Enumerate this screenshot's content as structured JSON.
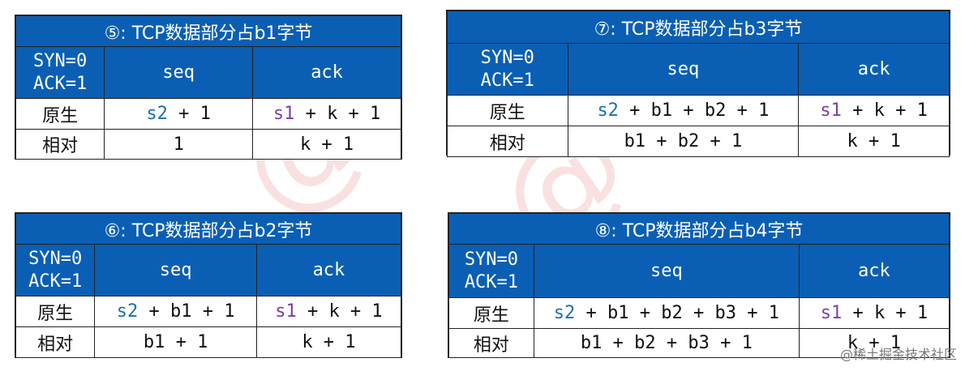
{
  "watermark": "@",
  "footer": "@稀土掘金技术社区",
  "panels": [
    {
      "title": "⑤: TCP数据部分占b1字节",
      "flags_l1": "SYN=0",
      "flags_l2": "ACK=1",
      "col_seq": "seq",
      "col_ack": "ack",
      "row1_label": "原生",
      "row1_seq_head": "s2",
      "row1_seq_tail": " + 1",
      "row1_ack_head": "s1",
      "row1_ack_tail": " + k + 1",
      "row2_label": "相对",
      "row2_seq": "1",
      "row2_ack": "k + 1"
    },
    {
      "title": "⑦: TCP数据部分占b3字节",
      "flags_l1": "SYN=0",
      "flags_l2": "ACK=1",
      "col_seq": "seq",
      "col_ack": "ack",
      "row1_label": "原生",
      "row1_seq_head": "s2",
      "row1_seq_tail": " + b1 + b2 + 1",
      "row1_ack_head": "s1",
      "row1_ack_tail": " + k + 1",
      "row2_label": "相对",
      "row2_seq": "b1 + b2 + 1",
      "row2_ack": "k + 1"
    },
    {
      "title": "⑥: TCP数据部分占b2字节",
      "flags_l1": "SYN=0",
      "flags_l2": "ACK=1",
      "col_seq": "seq",
      "col_ack": "ack",
      "row1_label": "原生",
      "row1_seq_head": "s2",
      "row1_seq_tail": " + b1 + 1",
      "row1_ack_head": "s1",
      "row1_ack_tail": " + k + 1",
      "row2_label": "相对",
      "row2_seq": "b1 + 1",
      "row2_ack": "k + 1"
    },
    {
      "title": "⑧: TCP数据部分占b4字节",
      "flags_l1": "SYN=0",
      "flags_l2": "ACK=1",
      "col_seq": "seq",
      "col_ack": "ack",
      "row1_label": "原生",
      "row1_seq_head": "s2",
      "row1_seq_tail": " + b1 + b2 + b3 + 1",
      "row1_ack_head": "s1",
      "row1_ack_tail": " + k + 1",
      "row2_label": "相对",
      "row2_seq": "b1 + b2 + b3 + 1",
      "row2_ack": "k + 1"
    }
  ],
  "colors": {
    "header_bg": "#0a5fb4",
    "seq_accent": "#1a6fb0",
    "ack_accent": "#7b3fa5"
  }
}
